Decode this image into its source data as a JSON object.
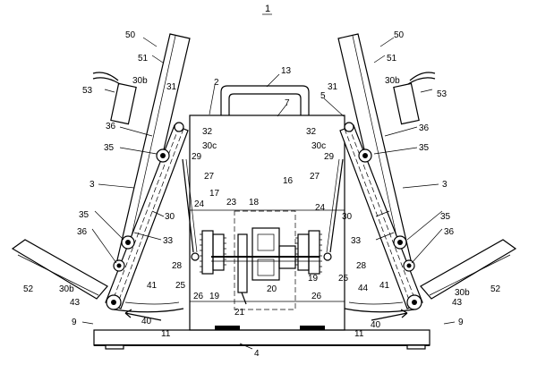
{
  "labels": {
    "l1": "1",
    "l2": "2",
    "l3a": "3",
    "l3b": "3",
    "l4": "4",
    "l5": "5",
    "l7": "7",
    "l9a": "9",
    "l9b": "9",
    "l11a": "11",
    "l11b": "11",
    "l13": "13",
    "l16": "16",
    "l17": "17",
    "l18": "18",
    "l19a": "19",
    "l19b": "19",
    "l20": "20",
    "l21": "21",
    "l23": "23",
    "l24a": "24",
    "l24b": "24",
    "l25a": "25",
    "l25b": "25",
    "l26a": "26",
    "l26b": "26",
    "l27a": "27",
    "l27b": "27",
    "l28a": "28",
    "l28b": "28",
    "l29a": "29",
    "l29b": "29",
    "l30a": "30",
    "l30b": "30",
    "l30ba": "30b",
    "l30bb": "30b",
    "l30bc": "30b",
    "l30bd": "30b",
    "l30ca": "30c",
    "l30cb": "30c",
    "l31a": "31",
    "l31b": "31",
    "l32a": "32",
    "l32b": "32",
    "l33a": "33",
    "l33b": "33",
    "l35a": "35",
    "l35b": "35",
    "l35c": "35",
    "l35d": "35",
    "l36a": "36",
    "l36b": "36",
    "l36c": "36",
    "l36d": "36",
    "l40a": "40",
    "l40b": "40",
    "l41a": "41",
    "l41b": "41",
    "l43a": "43",
    "l43b": "43",
    "l44": "44",
    "l50a": "50",
    "l50b": "50",
    "l51a": "51",
    "l51b": "51",
    "l52a": "52",
    "l52b": "52",
    "l53a": "53",
    "l53b": "53"
  }
}
